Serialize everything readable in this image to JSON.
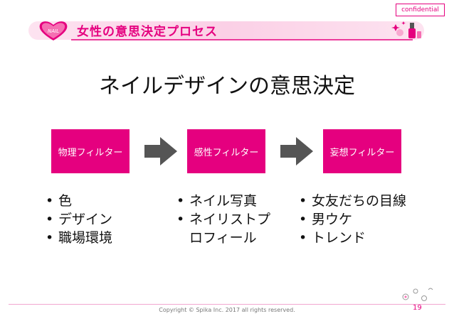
{
  "header": {
    "confidential_label": "confidential",
    "title": "女性の意思決定プロセス",
    "logo_text": "NAIL",
    "accent_color": "#e5007f"
  },
  "page": {
    "title": "ネイルデザインの意思決定"
  },
  "filters": [
    {
      "label": "物理フィルター"
    },
    {
      "label": "感性フィルター"
    },
    {
      "label": "妄想フィルター"
    }
  ],
  "lists": [
    {
      "items": [
        "色",
        "デザイン",
        "職場環境"
      ]
    },
    {
      "items": [
        "ネイル写真",
        "ネイリストプ",
        "ロフィール"
      ]
    },
    {
      "items": [
        "女友だちの目線",
        "男ウケ",
        "トレンド"
      ]
    }
  ],
  "footer": {
    "copyright": "Copyright © Spika Inc. 2017 all rights reserved.",
    "page_number": "19"
  }
}
